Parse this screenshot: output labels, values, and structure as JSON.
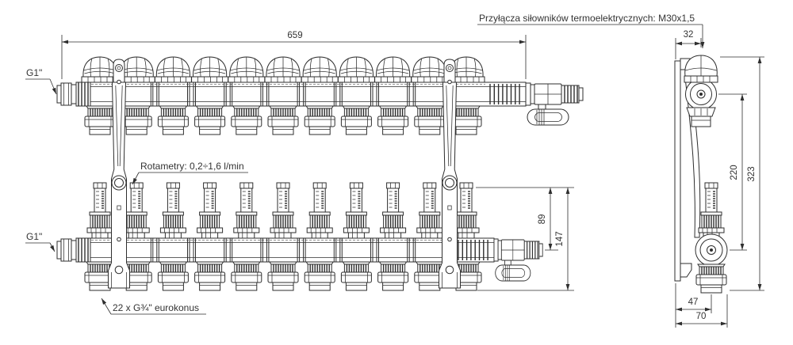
{
  "labels": {
    "actuator_note": "Przyłącza siłowników termoelektrycznych: M30x1,5",
    "supply_inlet": "G1\"",
    "return_inlet": "G1\"",
    "rotameter_note": "Rotametry: 0,2÷1,6 l/min",
    "eurokonus_note": "22 x G¾\" eurokonus"
  },
  "dimensions": {
    "length": "659",
    "actuator_offset": "32",
    "flowmeter_height": "89",
    "return_height": "147",
    "bar_axis_spacing": "220",
    "overall_height": "323",
    "return_axis_depth": "47",
    "overall_depth": "70"
  },
  "counts": {
    "circuits_per_bar": 11,
    "eurokonus_outlets_total": 22
  },
  "colors": {
    "line": "#2e2e2e",
    "text": "#333333",
    "background": "#ffffff"
  }
}
